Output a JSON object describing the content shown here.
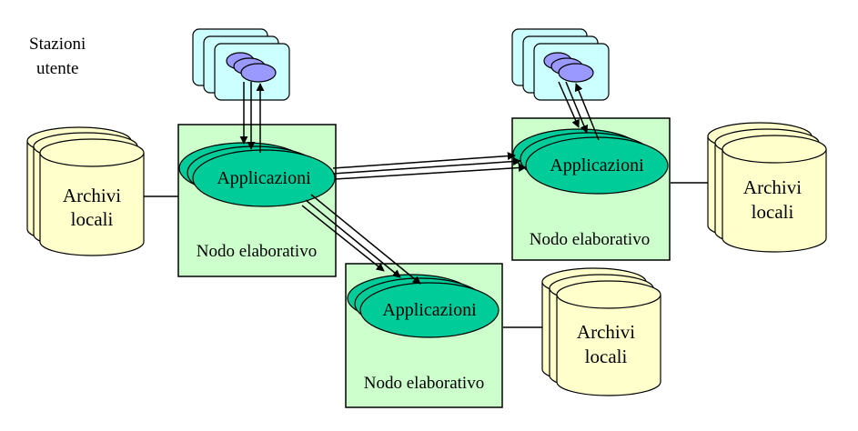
{
  "user_stations_label": {
    "line1": "Stazioni",
    "line2": "utente"
  },
  "nodes": [
    {
      "label": "Nodo elaborativo",
      "app_label": "Applicazioni"
    },
    {
      "label": "Nodo elaborativo",
      "app_label": "Applicazioni"
    },
    {
      "label": "Nodo elaborativo",
      "app_label": "Applicazioni"
    }
  ],
  "archives": [
    {
      "line1": "Archivi",
      "line2": "locali"
    },
    {
      "line1": "Archivi",
      "line2": "locali"
    },
    {
      "line1": "Archivi",
      "line2": "locali"
    }
  ],
  "colors": {
    "node_fill": "#ccffcc",
    "app_fill": "#00cc99",
    "archive_fill": "#ffffcc",
    "station_fill": "#ccffff",
    "station_disk": "#9999ff",
    "stroke": "#000000"
  }
}
